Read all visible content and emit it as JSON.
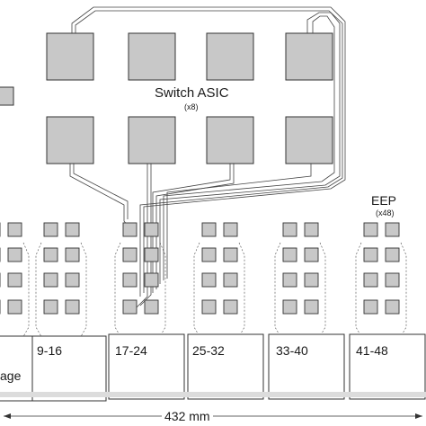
{
  "asic": {
    "label": "Switch ASIC",
    "count": "(x8)"
  },
  "eep": {
    "label": "EEP",
    "count": "(x48)"
  },
  "boxes": {
    "b0": "age",
    "b1": "9-16",
    "b2": "17-24",
    "b3": "25-32",
    "b4": "33-40",
    "b5": "41-48"
  },
  "dimension": {
    "label": "432 mm"
  },
  "colors": {
    "chip_fill": "#c8c8c8",
    "outline": "#333333",
    "trace": "#444444",
    "box_fill": "#ffffff"
  }
}
